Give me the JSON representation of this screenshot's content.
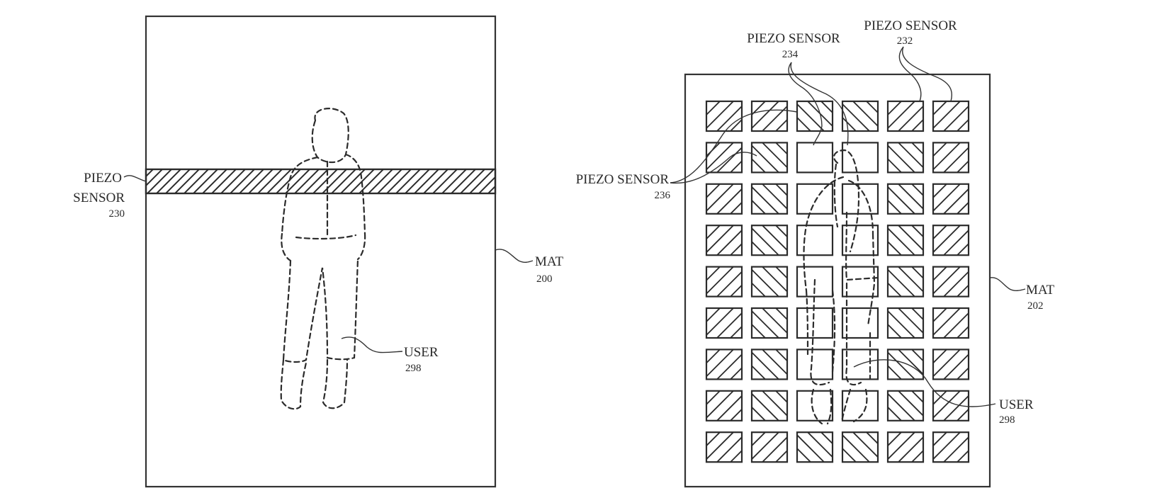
{
  "figures": [
    {
      "id": "left",
      "mat": {
        "label": "MAT",
        "number": "200"
      },
      "sensor": {
        "label_line1": "PIEZO",
        "label_line2": "SENSOR",
        "number": "230"
      },
      "user": {
        "label": "USER",
        "number": "298"
      }
    },
    {
      "id": "right",
      "mat": {
        "label": "MAT",
        "number": "202"
      },
      "sensors": [
        {
          "label": "PIEZO SENSOR",
          "number": "234"
        },
        {
          "label": "PIEZO SENSOR",
          "number": "232"
        },
        {
          "label": "PIEZO SENSOR",
          "number": "236"
        }
      ],
      "user": {
        "label": "USER",
        "number": "298"
      },
      "grid": {
        "rows": 9,
        "cols": 6,
        "legend": {
          "F": "forward-hatched sensor",
          "B": "back-hatched sensor",
          "E": "empty sensor"
        },
        "pattern": [
          [
            "F",
            "F",
            "B",
            "B",
            "F",
            "F"
          ],
          [
            "F",
            "B",
            "E",
            "E",
            "B",
            "F"
          ],
          [
            "F",
            "B",
            "E",
            "E",
            "B",
            "F"
          ],
          [
            "F",
            "B",
            "E",
            "E",
            "B",
            "F"
          ],
          [
            "F",
            "B",
            "E",
            "E",
            "B",
            "F"
          ],
          [
            "F",
            "B",
            "E",
            "E",
            "B",
            "F"
          ],
          [
            "F",
            "B",
            "E",
            "E",
            "B",
            "F"
          ],
          [
            "F",
            "B",
            "E",
            "E",
            "B",
            "F"
          ],
          [
            "F",
            "F",
            "B",
            "B",
            "F",
            "F"
          ]
        ]
      }
    }
  ],
  "colors": {
    "line": "#2b2b2b",
    "background": "#ffffff"
  }
}
